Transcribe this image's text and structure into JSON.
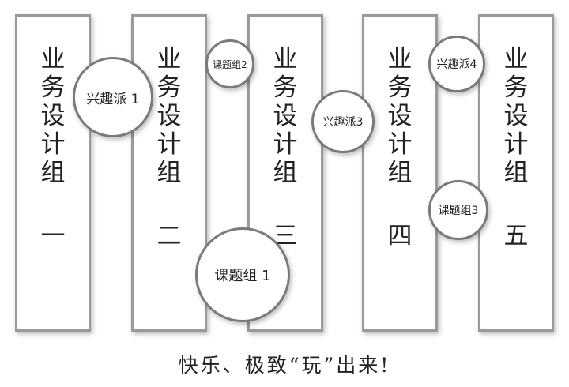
{
  "columns": [
    {
      "name": "业务设计组",
      "number": "一"
    },
    {
      "name": "业务设计组",
      "number": "二"
    },
    {
      "name": "业务设计组",
      "number": "三"
    },
    {
      "name": "业务设计组",
      "number": "四"
    },
    {
      "name": "业务设计组",
      "number": "五"
    }
  ],
  "bubbles": {
    "interest_1": "兴趣派 1",
    "topic_2": "课题组2",
    "interest_3": "兴趣派3",
    "interest_4": "兴趣派4",
    "topic_3": "课题组3",
    "topic_1": "课题组 1"
  },
  "slogan": "快乐、极致“玩”出来!",
  "colors": {
    "column_border": "#9a9a9a",
    "bubble_border": "#7a7a7a",
    "text": "#222222",
    "background": "#ffffff"
  }
}
